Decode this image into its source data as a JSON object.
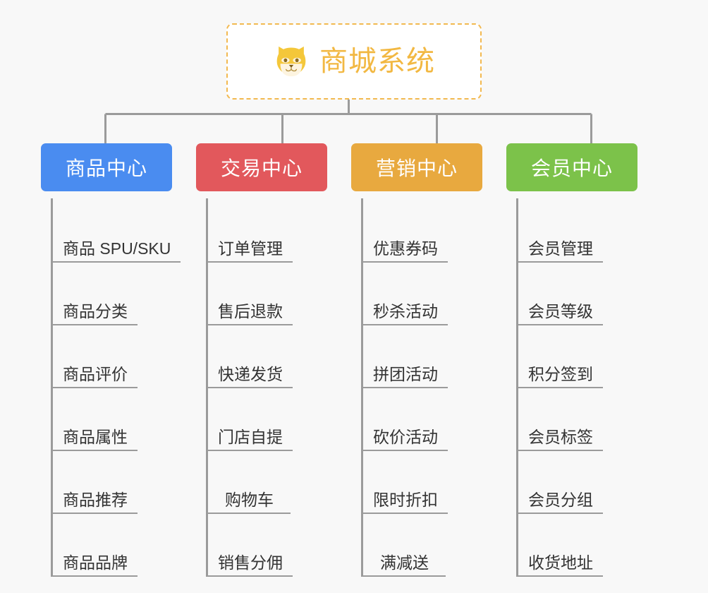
{
  "background_color": "#f8f8f8",
  "root": {
    "title": "商城系统",
    "icon": "shiba-dog-face-icon",
    "title_color": "#f2b842",
    "border_color": "#f2b950"
  },
  "connector_color": "#9b9b9b",
  "columns": [
    {
      "id": "product-center",
      "label": "商品中心",
      "color": "#4a8cf0",
      "items": [
        "商品 SPU/SKU",
        "商品分类",
        "商品评价",
        "商品属性",
        "商品推荐",
        "商品品牌"
      ]
    },
    {
      "id": "trade-center",
      "label": "交易中心",
      "color": "#e2585c",
      "items": [
        "订单管理",
        "售后退款",
        "快递发货",
        "门店自提",
        "购物车",
        "销售分佣"
      ]
    },
    {
      "id": "marketing-center",
      "label": "营销中心",
      "color": "#e8a93f",
      "items": [
        "优惠券码",
        "秒杀活动",
        "拼团活动",
        "砍价活动",
        "限时折扣",
        "满减送"
      ]
    },
    {
      "id": "member-center",
      "label": "会员中心",
      "color": "#7cc24a",
      "items": [
        "会员管理",
        "会员等级",
        "积分签到",
        "会员标签",
        "会员分组",
        "收货地址"
      ]
    }
  ]
}
